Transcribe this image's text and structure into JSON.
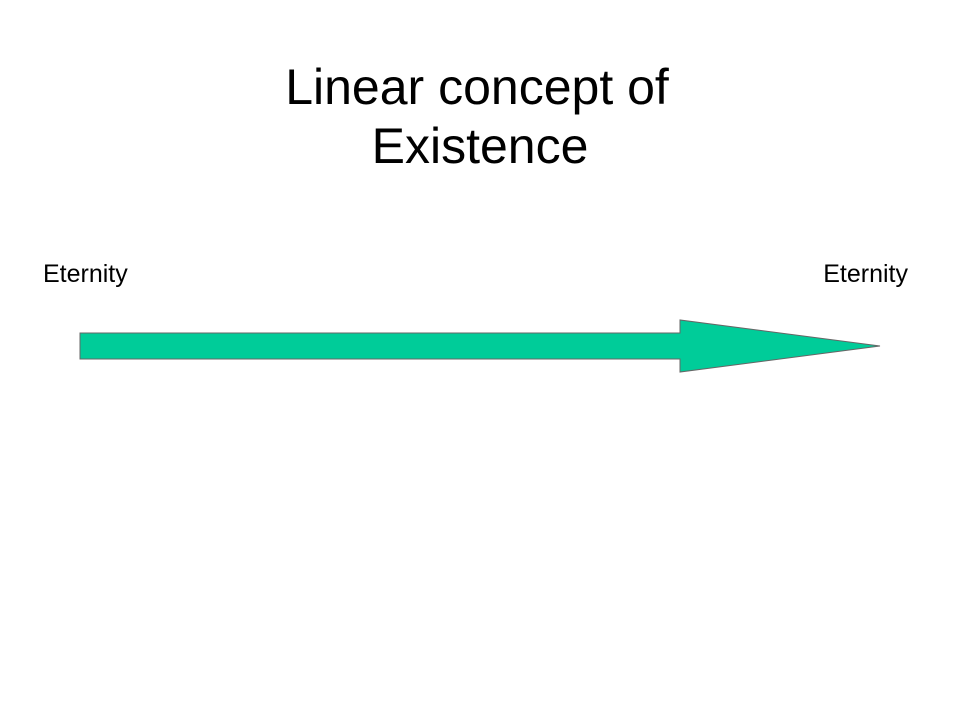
{
  "title": {
    "line1": "Linear concept of",
    "line2": "Existence"
  },
  "labels": {
    "left": "Eternity",
    "right": "Eternity"
  },
  "arrow": {
    "fill": "#00CC99",
    "stroke": "#666666",
    "direction": "right"
  }
}
